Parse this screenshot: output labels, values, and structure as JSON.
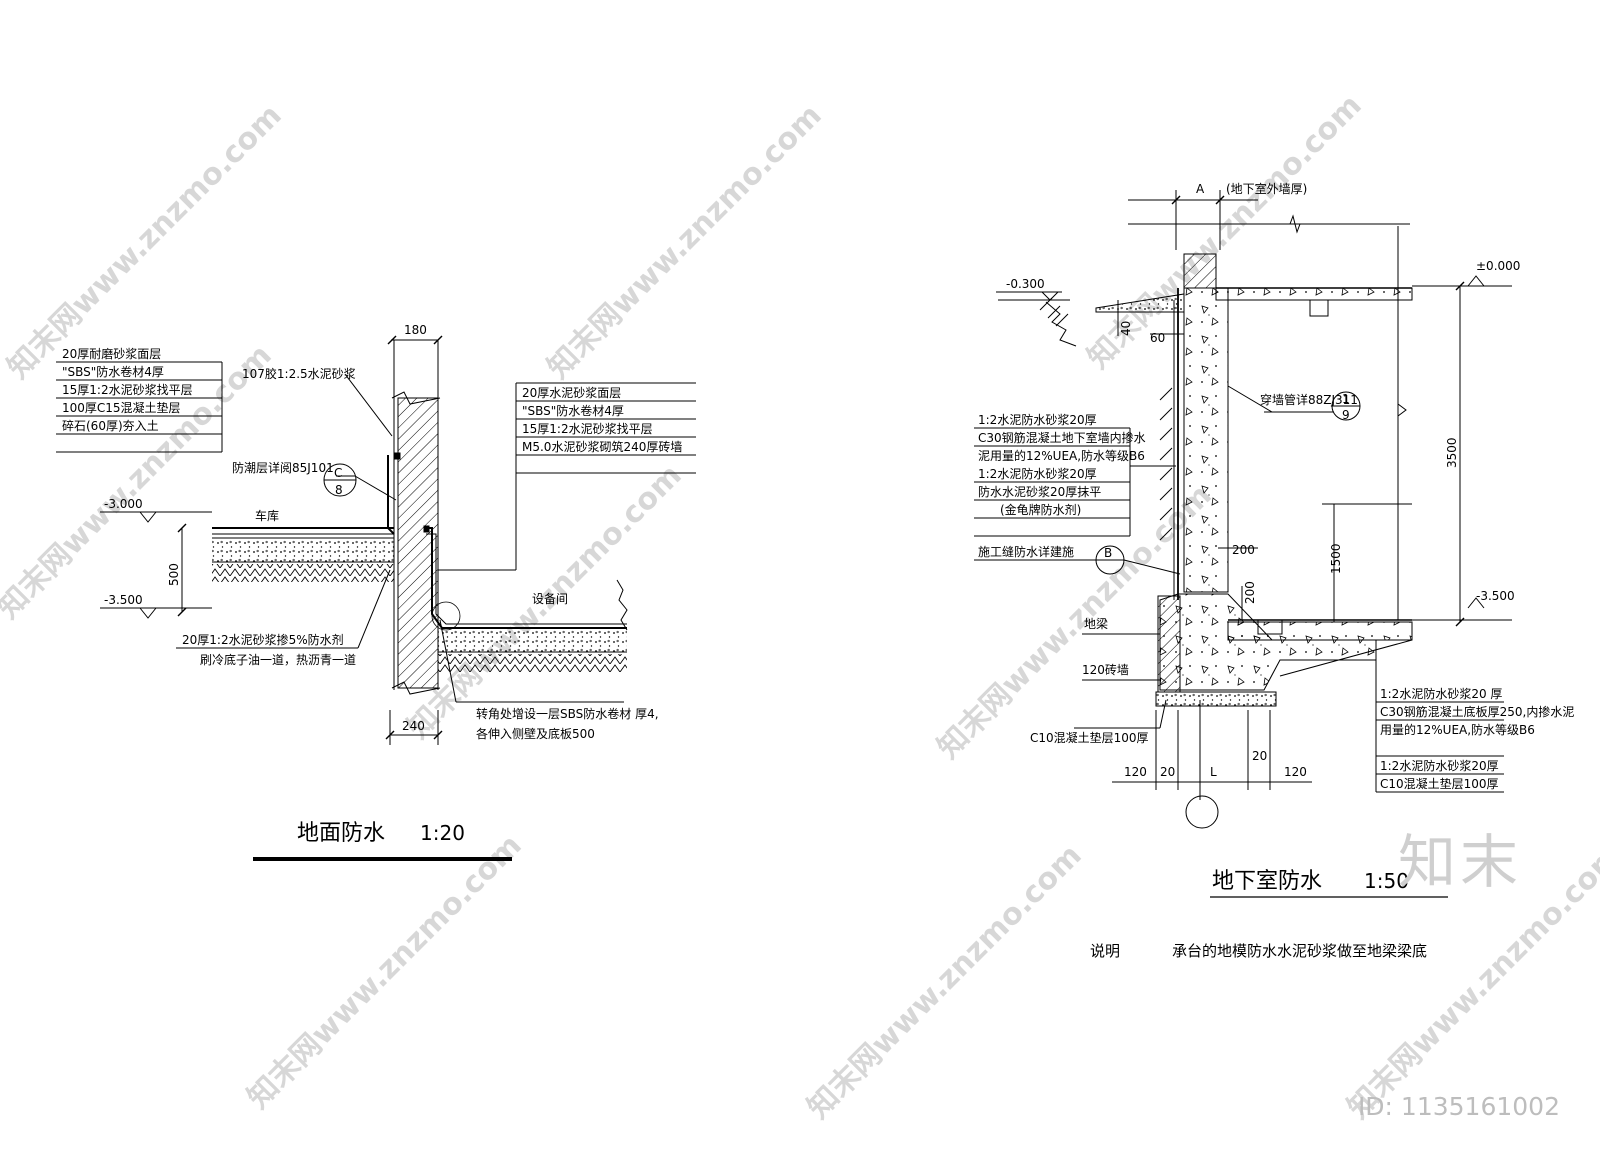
{
  "watermarks": {
    "diagonal_text": "知末网www.znzmo.com",
    "brand": "知末",
    "id_label": "ID: 1135161002"
  },
  "left_detail": {
    "title": "地面防水",
    "scale": "1:20",
    "layers_left": [
      "20厚耐磨砂浆面层",
      "\"SBS\"防水卷材4厚",
      "15厚1:2水泥砂浆找平层",
      "100厚C15混凝土垫层",
      "碎石(60厚)夯入土"
    ],
    "layers_right": [
      "20厚水泥砂浆面层",
      "\"SBS\"防水卷材4厚",
      "15厚1:2水泥砂浆找平层",
      "M5.0水泥砂浆砌筑240厚砖墙"
    ],
    "label_107": "107胶1:2.5水泥砂浆",
    "label_moisture": "防潮层详阅85J101",
    "ref_top": "C",
    "ref_bottom": "8",
    "label_garage": "车库",
    "label_equipment": "设备间",
    "elev_top": "-3.000",
    "elev_bottom": "-3.500",
    "dim_500": "500",
    "dim_180": "180",
    "dim_240": "240",
    "note_mortar_1": "20厚1:2水泥砂浆掺5%防水剂",
    "note_mortar_2": "刷冷底子油一道，热沥青一道",
    "note_corner_1": "转角处增设一层SBS防水卷材 厚4,",
    "note_corner_2": "各伸入侧壁及底板500"
  },
  "right_detail": {
    "title": "地下室防水",
    "scale": "1:50",
    "dim_A": "A",
    "wall_thickness": "(地下室外墙厚)",
    "elev_0": "±0.000",
    "elev_m03": "-0.300",
    "elev_m35": "-3.500",
    "dim_40": "40",
    "dim_60": "60",
    "dim_3500": "3500",
    "dim_1500": "1500",
    "dim_200a": "200",
    "dim_200b": "200",
    "pipe_label": "穿墙管详88ZJ311",
    "ref_pipe_top": "1",
    "ref_pipe_bottom": "9",
    "wall_layers": [
      "1:2水泥防水砂浆20厚",
      "C30钢筋混凝土地下室墙内掺水",
      "泥用量的12%UEA,防水等级B6",
      "1:2水泥防水砂浆20厚",
      "防水水泥砂浆20厚抹平",
      "(金龟牌防水剂)"
    ],
    "joint_label": "施工缝防水详建施",
    "joint_ref": "B",
    "ground_beam": "地梁",
    "brick_wall": "120砖墙",
    "cushion": "C10混凝土垫层100厚",
    "floor_layers": [
      "1:2水泥防水砂浆20 厚",
      "C30钢筋混凝土底板厚250,内掺水泥",
      "用量的12%UEA,防水等级B6",
      "1:2水泥防水砂浆20厚",
      "C10混凝土垫层100厚"
    ],
    "bottom_dims": [
      "120",
      "20",
      "L",
      "20",
      "120"
    ]
  },
  "note": {
    "label": "说明",
    "text": "承台的地模防水水泥砂浆做至地梁梁底"
  }
}
